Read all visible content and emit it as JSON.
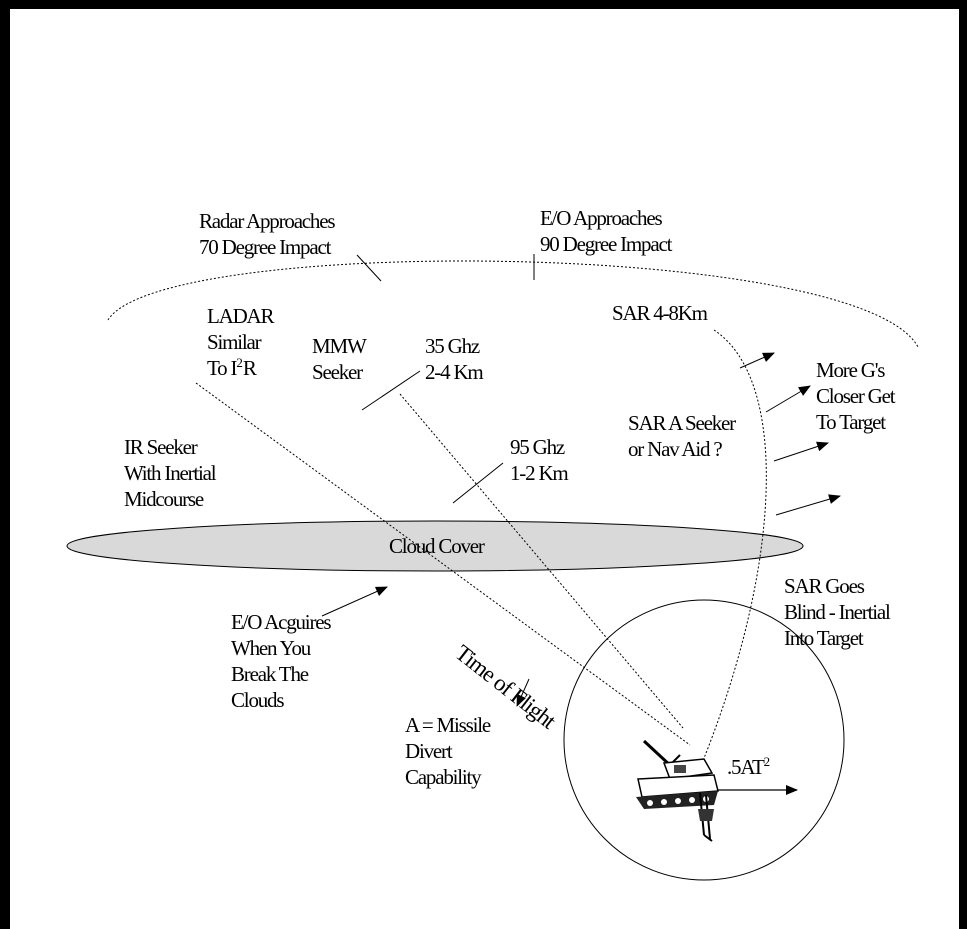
{
  "labels": {
    "radar": "Radar Approaches\n70 Degree Impact",
    "eo_approach": "E/O Approaches\n90 Degree Impact",
    "ladar": "LADAR\nSimilar\nTo I",
    "ladar_sup": "2",
    "ladar_suffix": "R",
    "mmw": "MMW\nSeeker",
    "ghz35": "35 Ghz\n2-4 Km",
    "sar_range": "SAR 4-8Km",
    "more_gs": "More G's\nCloser Get\nTo Target",
    "ir_seeker": "IR Seeker\nWith Inertial\nMidcourse",
    "ghz95": "95 Ghz\n1-2 Km",
    "sar_seeker": "SAR A Seeker\nor Nav Aid ?",
    "cloud": "Cloud Cover",
    "sar_blind": "SAR Goes\nBlind - Inertial\nInto Target",
    "eo_acquires": "E/O Acguires\nWhen You\nBreak The\nClouds",
    "time_of_flight": "Time of Flight",
    "missile_divert": "A = Missile\nDivert\nCapability",
    "formula": ".5AT",
    "formula_sup": "2"
  },
  "colors": {
    "frame": "#000000",
    "cloud_fill": "#d9d9d9",
    "line": "#000000"
  },
  "icons": {
    "target": "self-propelled-howitzer-icon"
  }
}
